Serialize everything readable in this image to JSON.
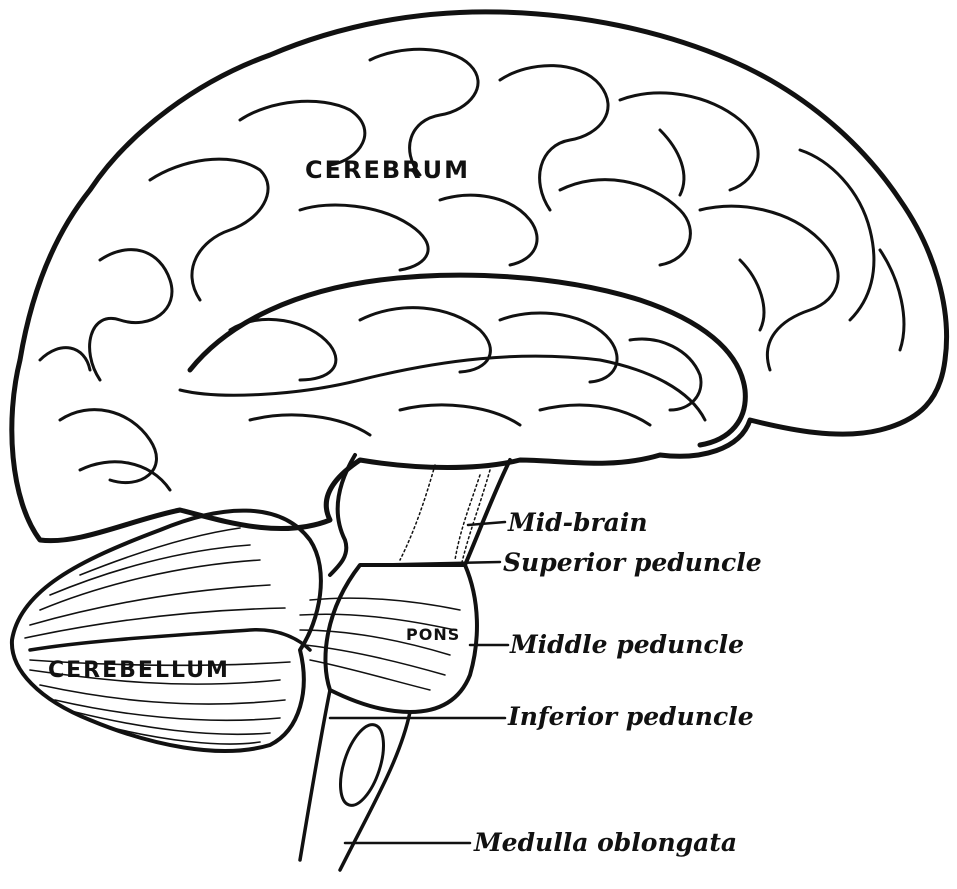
{
  "diagram": {
    "subject": "Lateral view of the human brain",
    "colors": {
      "ink": "#111111",
      "background": "#ffffff"
    },
    "region_labels": [
      {
        "id": "cerebrum",
        "text": "CEREBRUM"
      },
      {
        "id": "cerebellum",
        "text": "CEREBELLUM"
      },
      {
        "id": "pons",
        "text": "PONS"
      }
    ],
    "callouts": [
      {
        "id": "mid-brain",
        "text": "Mid-brain"
      },
      {
        "id": "superior-peduncle",
        "text": "Superior peduncle"
      },
      {
        "id": "middle-peduncle",
        "text": "Middle peduncle"
      },
      {
        "id": "inferior-peduncle",
        "text": "Inferior peduncle"
      },
      {
        "id": "medulla-oblongata",
        "text": "Medulla oblongata"
      }
    ]
  }
}
